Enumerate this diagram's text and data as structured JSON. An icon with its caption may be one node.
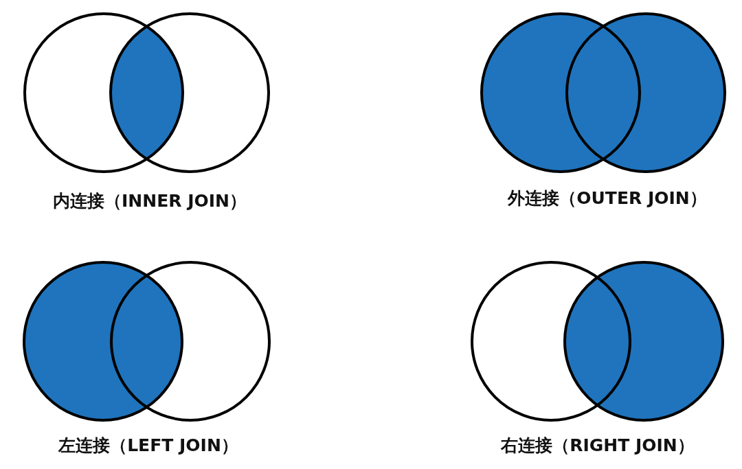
{
  "diagram": {
    "labels": [
      "内连接（INNER JOIN）",
      "外连接（OUTER JOIN）",
      "左连接（LEFT JOIN）",
      "右连接（RIGHT JOIN）"
    ]
  }
}
